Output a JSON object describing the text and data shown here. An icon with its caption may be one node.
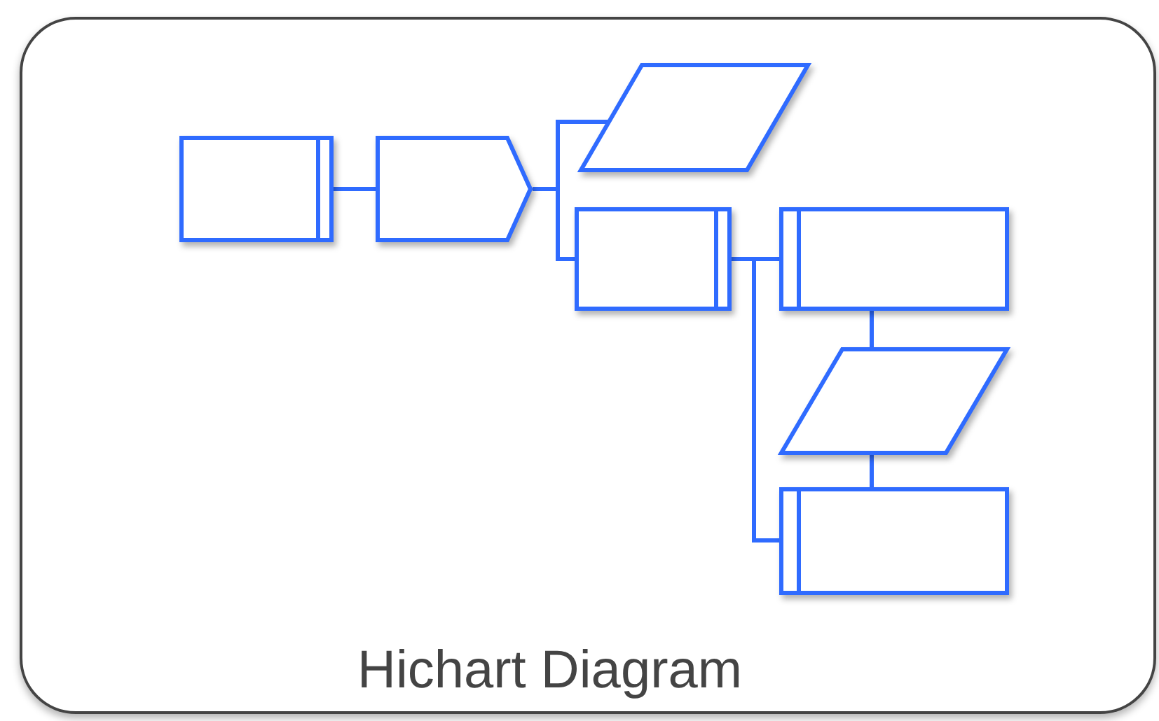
{
  "diagram": {
    "caption": "Hichart Diagram",
    "nodes": [
      {
        "text": [],
        "shape": "box"
      },
      {
        "text": [],
        "shape": "pentagon"
      },
      {
        "text": [],
        "shape": "parallelogram"
      },
      {
        "text": [],
        "shape": "box"
      },
      {
        "text": [],
        "shape": "box"
      },
      {
        "text": [],
        "shape": "parallelogram"
      },
      {
        "text": [],
        "shape": "box"
      }
    ],
    "edges": [
      {
        "from": 0,
        "to": 1,
        "arrow": "none"
      },
      {
        "from": 1,
        "to": 2,
        "arrow": "none"
      },
      {
        "from": 1,
        "to": 3,
        "arrow": "none"
      },
      {
        "from": 3,
        "to": 4,
        "arrow": "none"
      },
      {
        "from": 3,
        "to": 6,
        "arrow": "none"
      },
      {
        "from": 4,
        "to": 5,
        "arrow": "none"
      },
      {
        "from": 5,
        "to": 6,
        "arrow": "none"
      }
    ]
  }
}
